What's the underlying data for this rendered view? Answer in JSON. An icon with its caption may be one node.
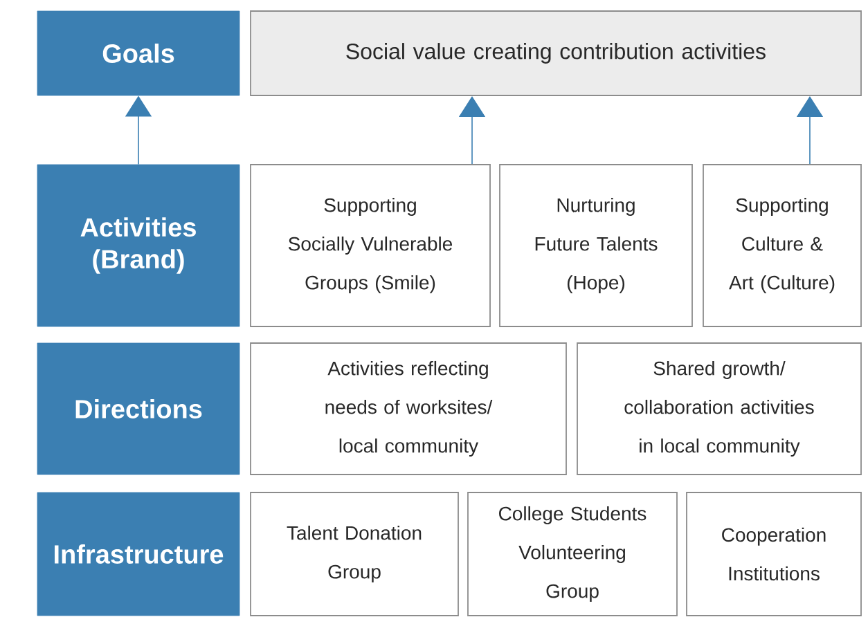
{
  "diagram": {
    "nodes": [
      {
        "text": [
          "Goals"
        ]
      },
      {
        "text": [
          "Social value creating contribution activities"
        ]
      },
      {
        "text": [
          "Activities (Brand)"
        ]
      },
      {
        "text": [
          "Supporting Socially Vulnerable Groups (Smile)"
        ]
      },
      {
        "text": [
          "Nurturing Future Talents (Hope)"
        ]
      },
      {
        "text": [
          "Supporting Culture & Art (Culture)"
        ]
      },
      {
        "text": [
          "Directions"
        ]
      },
      {
        "text": [
          "Activities reflecting needs of worksites/ local community"
        ]
      },
      {
        "text": [
          "Shared growth/ collaboration activities in local community"
        ]
      },
      {
        "text": [
          "Infrastructure"
        ]
      },
      {
        "text": [
          "Talent Donation Group"
        ]
      },
      {
        "text": [
          "College Students Volunteering Group"
        ]
      },
      {
        "text": [
          "Cooperation Institutions"
        ]
      }
    ],
    "edges": [
      {
        "from": 2,
        "to": 0,
        "arrow": "to"
      },
      {
        "from": 3,
        "to": 1,
        "arrow": "to"
      },
      {
        "from": 5,
        "to": 1,
        "arrow": "to"
      }
    ]
  }
}
